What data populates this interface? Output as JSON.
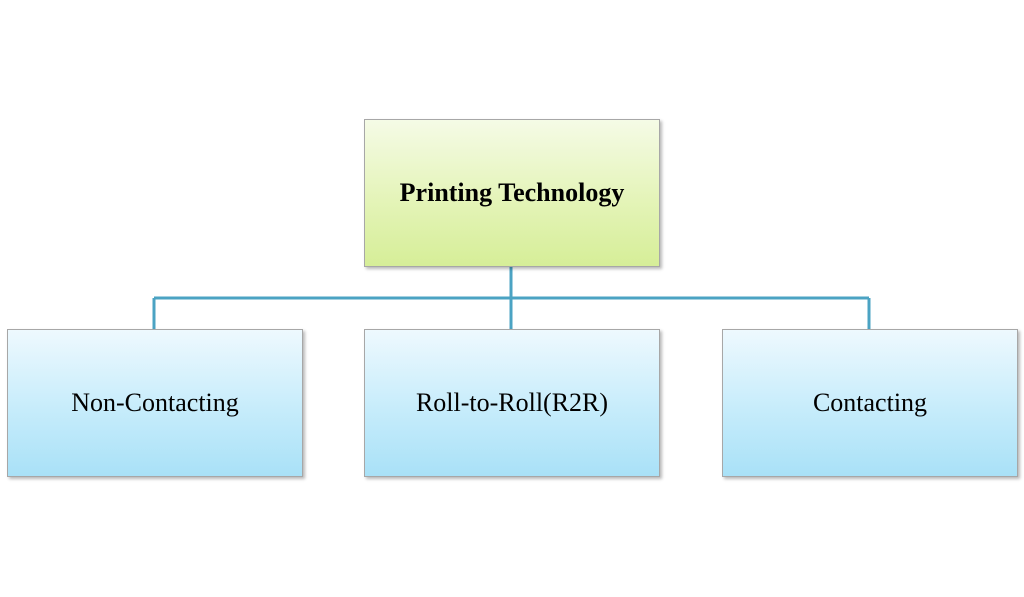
{
  "diagram": {
    "root": {
      "label": "Printing Technology"
    },
    "children": [
      {
        "label": "Non-Contacting"
      },
      {
        "label": "Roll-to-Roll(R2R)"
      },
      {
        "label": "Contacting"
      }
    ],
    "colors": {
      "connector": "#4ba3c3",
      "root_fill": "#e4f4b8",
      "child_fill": "#c6ecfb",
      "border": "#a7a7a7"
    }
  }
}
